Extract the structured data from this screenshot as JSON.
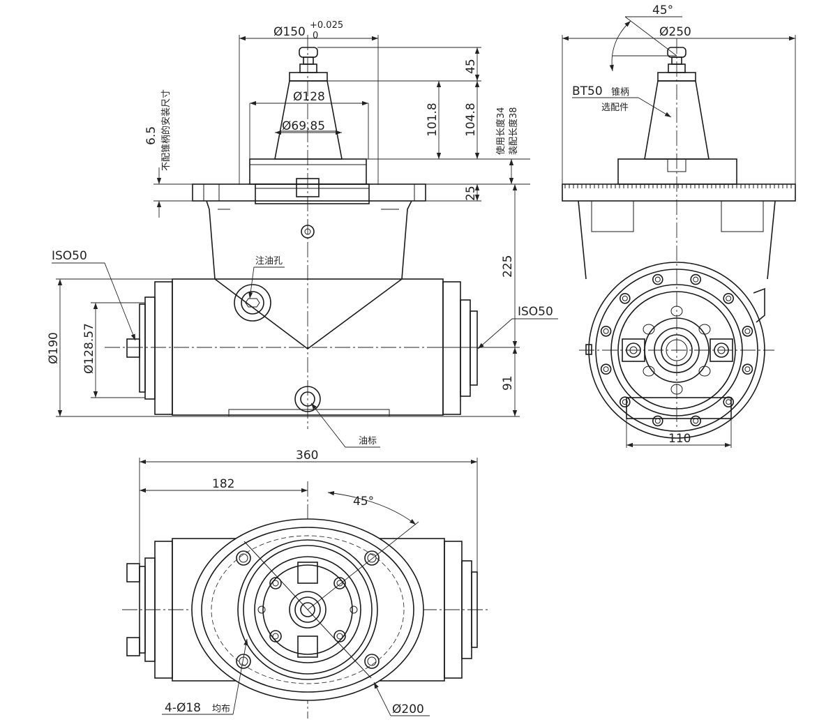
{
  "front_view": {
    "dim_d150": "Ø150",
    "dim_d150_tol_upper": "+0.025",
    "dim_d150_tol_lower": "0",
    "dim_45": "45",
    "dim_101_8": "101.8",
    "dim_104_8": "104.8",
    "dim_d128": "Ø128",
    "dim_d69_85": "Ø69.85",
    "dim_6_5": "6.5",
    "note_unmatched": "不配锥柄的安装尺寸",
    "note_use_len": "使用长度34",
    "note_fit_len": "装配长度38",
    "dim_25": "25",
    "dim_225": "225",
    "dim_91": "91",
    "label_iso_left": "ISO50",
    "label_iso_right": "ISO50",
    "label_oil_fill": "注油孔",
    "label_oil_mark": "油标",
    "dim_d190": "Ø190",
    "dim_d128_57": "Ø128.57"
  },
  "side_view": {
    "dim_45deg": "45°",
    "dim_d250": "Ø250",
    "label_bt50": "BT50",
    "label_bt50_cn": "锥柄",
    "label_optional": "选配件",
    "dim_110": "110"
  },
  "bottom_view": {
    "dim_360": "360",
    "dim_182": "182",
    "dim_45deg": "45°",
    "label_holes": "4-Ø18",
    "label_holes_cn": "均布",
    "dim_d200": "Ø200"
  }
}
